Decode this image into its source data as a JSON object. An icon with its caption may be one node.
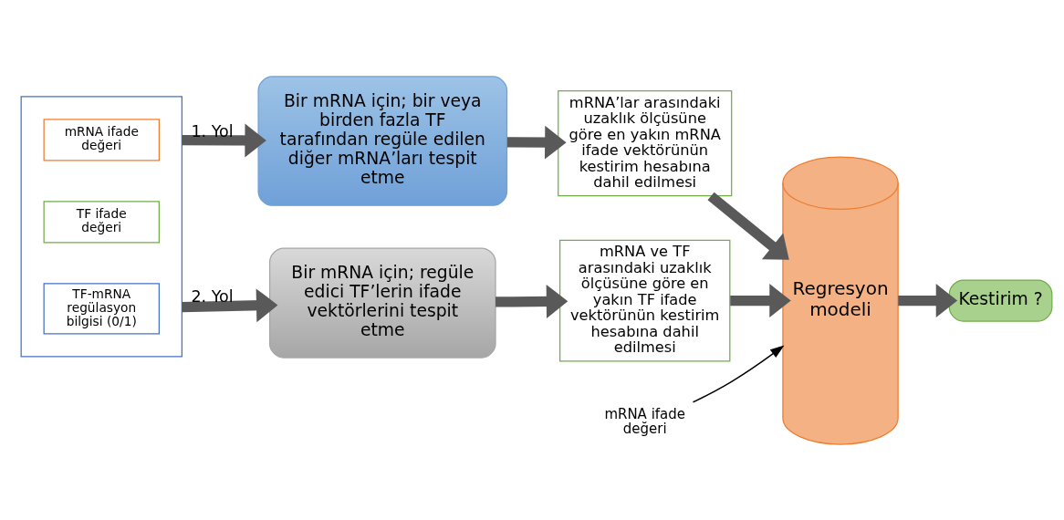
{
  "diagram": {
    "nodes": [
      {
        "text": [],
        "shape": "box"
      },
      {
        "text": [
          "mRNA ifade değeri"
        ],
        "in": 0
      },
      {
        "text": [
          "TF ifade değeri"
        ],
        "in": 0
      },
      {
        "text": [
          "TF-mRNA regülasyon bilgisi (0/1)"
        ],
        "in": 0
      },
      {
        "text": [
          "Bir mRNA için; bir veya birden fazla TF tarafından regüle edilen diğer mRNA’ları tespit etme"
        ]
      },
      {
        "text": [
          "Bir mRNA için; regüle edici TF’lerin ifade vektörlerini tespit etme"
        ]
      },
      {
        "text": [
          "mRNA’lar arasındaki uzaklık ölçüsüne göre en yakın mRNA ifade vektörünün kestirim hesabına dahil edilmesi"
        ]
      },
      {
        "text": [
          "mRNA ve TF arasındaki uzaklık ölçüsüne göre en yakın TF ifade vektörünün kestirim hesabına dahil edilmesi"
        ]
      },
      {
        "text": [
          "mRNA ifade değeri"
        ]
      },
      {
        "text": [
          "Regresyon modeli"
        ]
      },
      {
        "text": [
          "Kestirim ?"
        ]
      }
    ],
    "edges": [
      {
        "from": 0,
        "to": 4,
        "arrow": "to",
        "label": "1. Yol"
      },
      {
        "from": 0,
        "to": 5,
        "arrow": "to",
        "label": "2. Yol"
      },
      {
        "from": 4,
        "to": 6,
        "arrow": "to"
      },
      {
        "from": 5,
        "to": 7,
        "arrow": "to"
      },
      {
        "from": 6,
        "to": 9,
        "arrow": "to"
      },
      {
        "from": 7,
        "to": 9,
        "arrow": "to"
      },
      {
        "from": 8,
        "to": 9,
        "arrow": "to",
        "color": "#000000"
      },
      {
        "from": 9,
        "to": 10,
        "arrow": "to"
      }
    ]
  }
}
